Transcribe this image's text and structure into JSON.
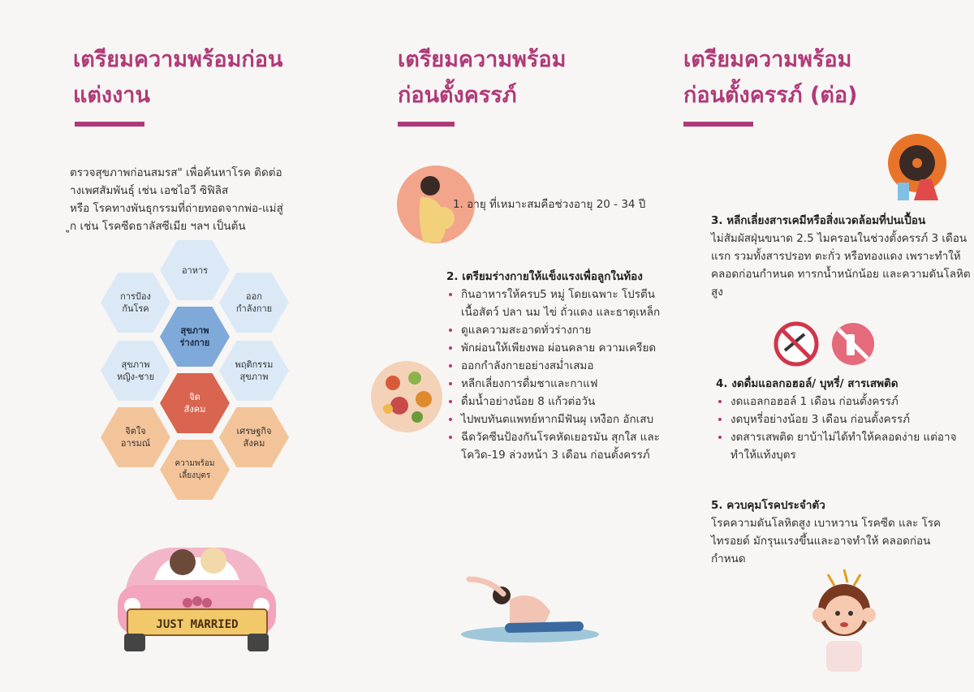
{
  "panel1": {
    "title_line1": "เตรียมความพร้อมก่อน",
    "title_line2": "แต่งงาน",
    "intro_line1": "ตรวจสุขภาพก่อนสมรส\" เพื่อค้นหาโรค ติดต่อ",
    "intro_line2": "างเพศสัมพันธุ์ เช่น เอชไอวี ซิฟิลิส",
    "intro_line3": "หรือ โรคทางพันธุกรรมที่ถ่ายทอดจากพ่อ-แม่สู่",
    "intro_line4": "ูก เช่น โรคซีดธาลัสซีเมีย ฯลฯ เป็นต้น",
    "hexagons": {
      "top": "อาหาร",
      "upper_left_1": "การป้อง",
      "upper_left_2": "กันโรค",
      "upper_right_1": "ออก",
      "upper_right_2": "กำลังกาย",
      "center_1": "สุขภาพ",
      "center_2": "ร่างกาย",
      "mid_left_1": "สุขภาพ",
      "mid_left_2": "หญิง-ชาย",
      "mid_right_1": "พฤติกรรม",
      "mid_right_2": "สุขภาพ",
      "lower_center_1": "จิต",
      "lower_center_2": "สังคม",
      "lower_left_1": "จิตใจ",
      "lower_left_2": "อารมณ์",
      "lower_right_1": "เศรษฐกิจ",
      "lower_right_2": "สังคม",
      "bottom_1": "ความพร้อม",
      "bottom_2": "เลี้ยงบุตร"
    },
    "car_sign": "JUST MARRIED"
  },
  "panel2": {
    "title_line1": "เตรียมความพร้อม",
    "title_line2": "ก่อนตั้งครรภ์",
    "item1": "1. อายุ ที่เหมาะสมคือช่วงอายุ 20 - 34 ปี",
    "item2_head": "2. เตรียมร่างกายให้แข็งแรงเพื่อลูกในท้อง",
    "item2_bullets": [
      "กินอาหารให้ครบ5 หมู่ โดยเฉพาะ โปรตีน เนื้อสัตว์ ปลา นม ไข่ ถั่วแดง และธาตุเหล็ก",
      "ดูแลความสะอาดทั่วร่างกาย",
      "พักผ่อนให้เพียงพอ ผ่อนคลาย ความเครียด",
      "ออกกำลังกายอย่างสม่ำเสมอ",
      "หลีกเลี่ยงการดื่มชาและกาแฟ",
      "ดื่มน้ำอย่างน้อย 8 แก้วต่อวัน",
      "ไปพบทันตแพทย์หากมีฟันผุ เหงือก อักเสบ",
      "ฉีดวัคซีนป้องกันโรคหัดเยอรมัน สุกใส และโควิด-19 ล่วงหน้า 3 เดือน ก่อนตั้งครรภ์"
    ]
  },
  "panel3": {
    "title_line1": "เตรียมความพร้อม",
    "title_line2": "ก่อนตั้งครรภ์ (ต่อ)",
    "item3_head": "3. หลีกเลี่ยงสารเคมีหรือสิ่งแวดล้อมที่ปนเปื้อน",
    "item3_text": "ไม่สัมผัสฝุ่นขนาด 2.5 ไมครอนในช่วงตั้งครรภ์ 3 เดือนแรก รวมทั้งสารปรอท ตะกั่ว หรือทองแดง เพราะทำให้คลอดก่อนกำหนด ทารกน้ำหนักน้อย และความดันโลหิตสูง",
    "item4_head": "4. งดดื่มแอลกอฮอล์/ บุหรี่/ สารเสพติด",
    "item4_bullets": [
      "งดแอลกอฮอล์ 1 เดือน ก่อนตั้งครรภ์",
      "งดบุหรี่อย่างน้อย 3 เดือน ก่อนตั้งครรภ์",
      "งดสารเสพติด ยาบ้าไม่ได้ทำให้คลอดง่าย แต่อาจทำให้แท้งบุตร"
    ],
    "item5_head": "5. ควบคุมโรคประจำตัว",
    "item5_text": "โรคความดันโลหิตสูง เบาหวาน โรคซีด และ โรคไทรอยด์ มักรุนแรงขึ้นและอาจทำให้ คลอดก่อนกำหนด"
  },
  "colors": {
    "accent": "#b03a78"
  }
}
